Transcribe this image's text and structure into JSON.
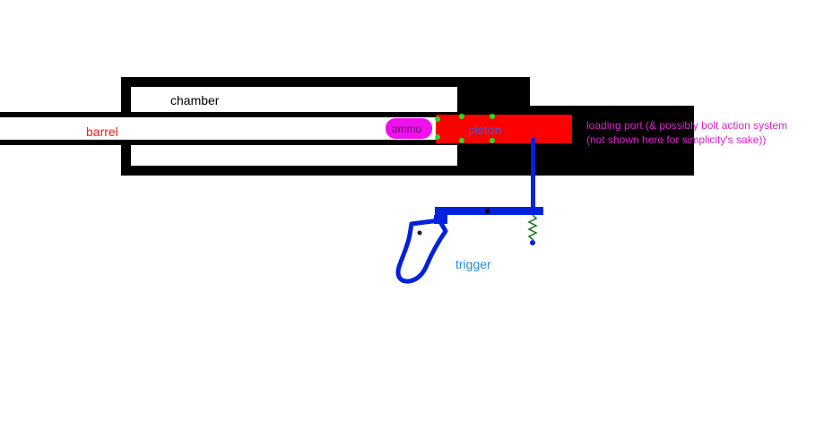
{
  "diagram": {
    "labels": {
      "chamber": "chamber",
      "barrel": "barrel",
      "ammo": "ammo",
      "piston": "piston",
      "loading_port_line1": "loading port (& possibly bolt action system",
      "loading_port_line2": "(not shown here for simplicity's sake))",
      "trigger": "trigger"
    },
    "colors": {
      "outline": "#000000",
      "background": "#ffffff",
      "barrel_label": "#e8221e",
      "piston_fill": "#ff0000",
      "piston_label": "#3a5ae0",
      "ammo_fill": "#ee11ee",
      "ammo_label": "#660066",
      "seal_dots": "#22dd22",
      "trigger_mechanism": "#0022dd",
      "trigger_label": "#2a8ad8",
      "spring": "#117711",
      "annotation_text": "#dd22cc"
    }
  }
}
